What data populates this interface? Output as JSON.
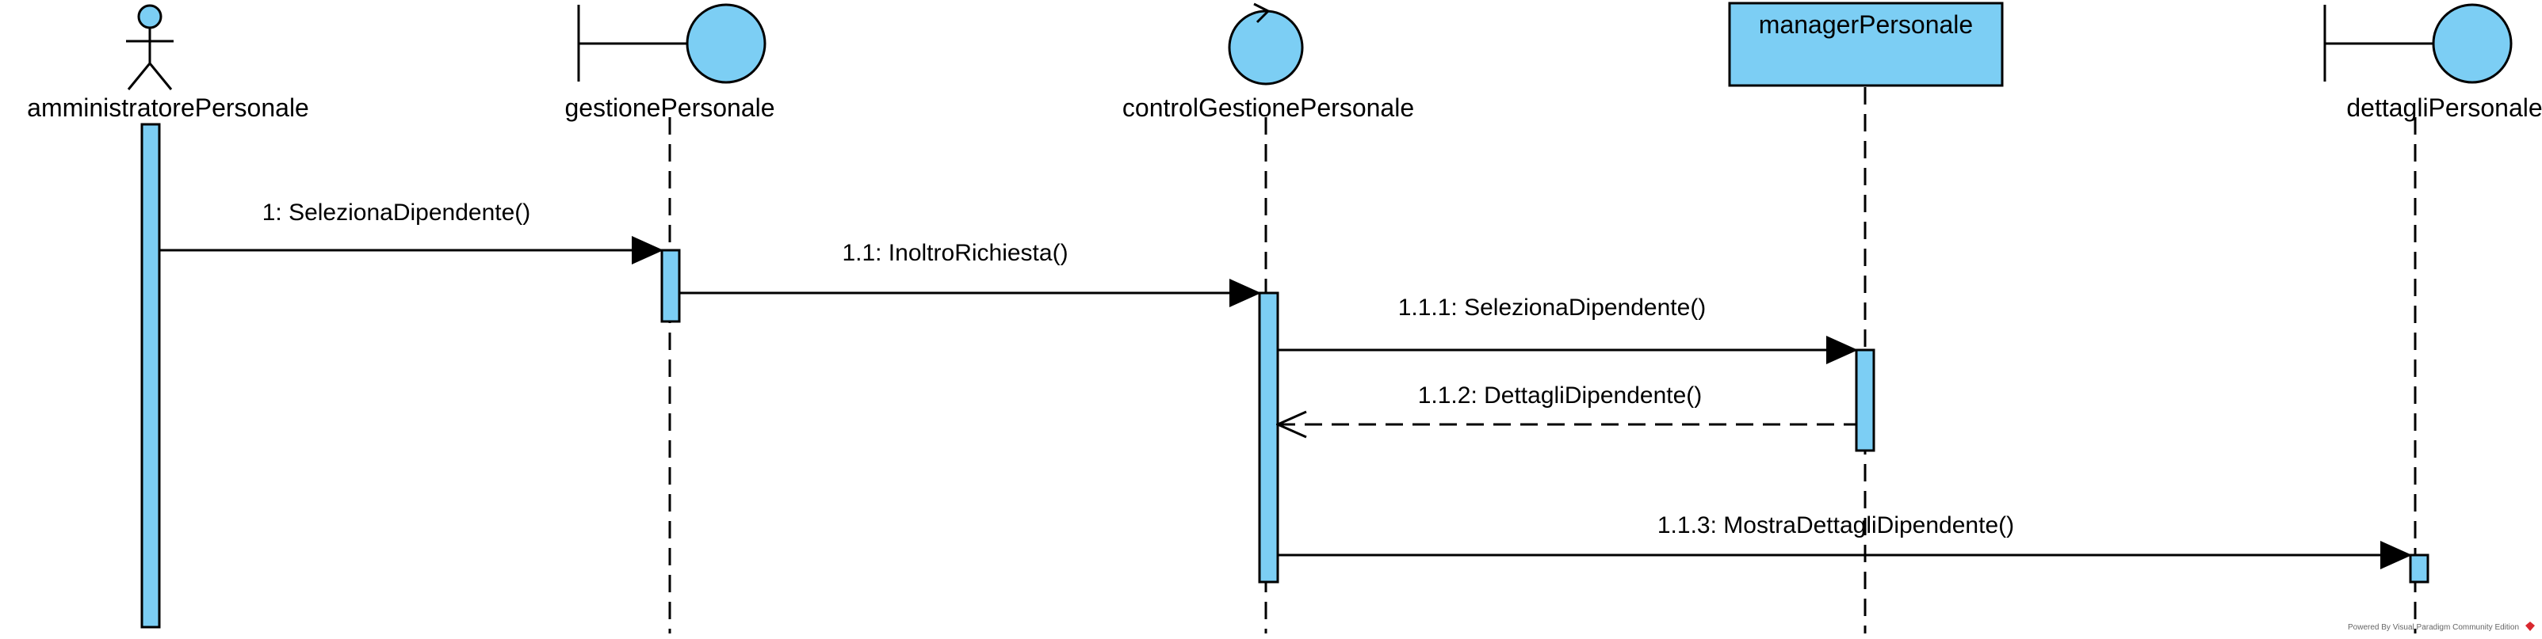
{
  "participants": [
    {
      "id": "amministratore",
      "name": "amministratorePersonale",
      "kind": "actor"
    },
    {
      "id": "gestione",
      "name": "gestionePersonale",
      "kind": "boundary"
    },
    {
      "id": "control",
      "name": "controlGestionePersonale",
      "kind": "control"
    },
    {
      "id": "manager",
      "name": "managerPersonale",
      "kind": "entity-box"
    },
    {
      "id": "dettagli",
      "name": "dettagliPersonale",
      "kind": "boundary"
    }
  ],
  "messages": [
    {
      "label": "1: SelezionaDipendente()",
      "from": "amministratore",
      "to": "gestione",
      "kind": "sync"
    },
    {
      "label": "1.1: InoltroRichiesta()",
      "from": "gestione",
      "to": "control",
      "kind": "sync"
    },
    {
      "label": "1.1.1: SelezionaDipendente()",
      "from": "control",
      "to": "manager",
      "kind": "sync"
    },
    {
      "label": "1.1.2: DettagliDipendente()",
      "from": "manager",
      "to": "control",
      "kind": "return"
    },
    {
      "label": "1.1.3: MostraDettagliDipendente()",
      "from": "control",
      "to": "dettagli",
      "kind": "sync"
    }
  ],
  "colors": {
    "fill": "#7ccef4",
    "stroke": "#000000"
  },
  "watermark": "Powered By  Visual Paradigm Community Edition"
}
